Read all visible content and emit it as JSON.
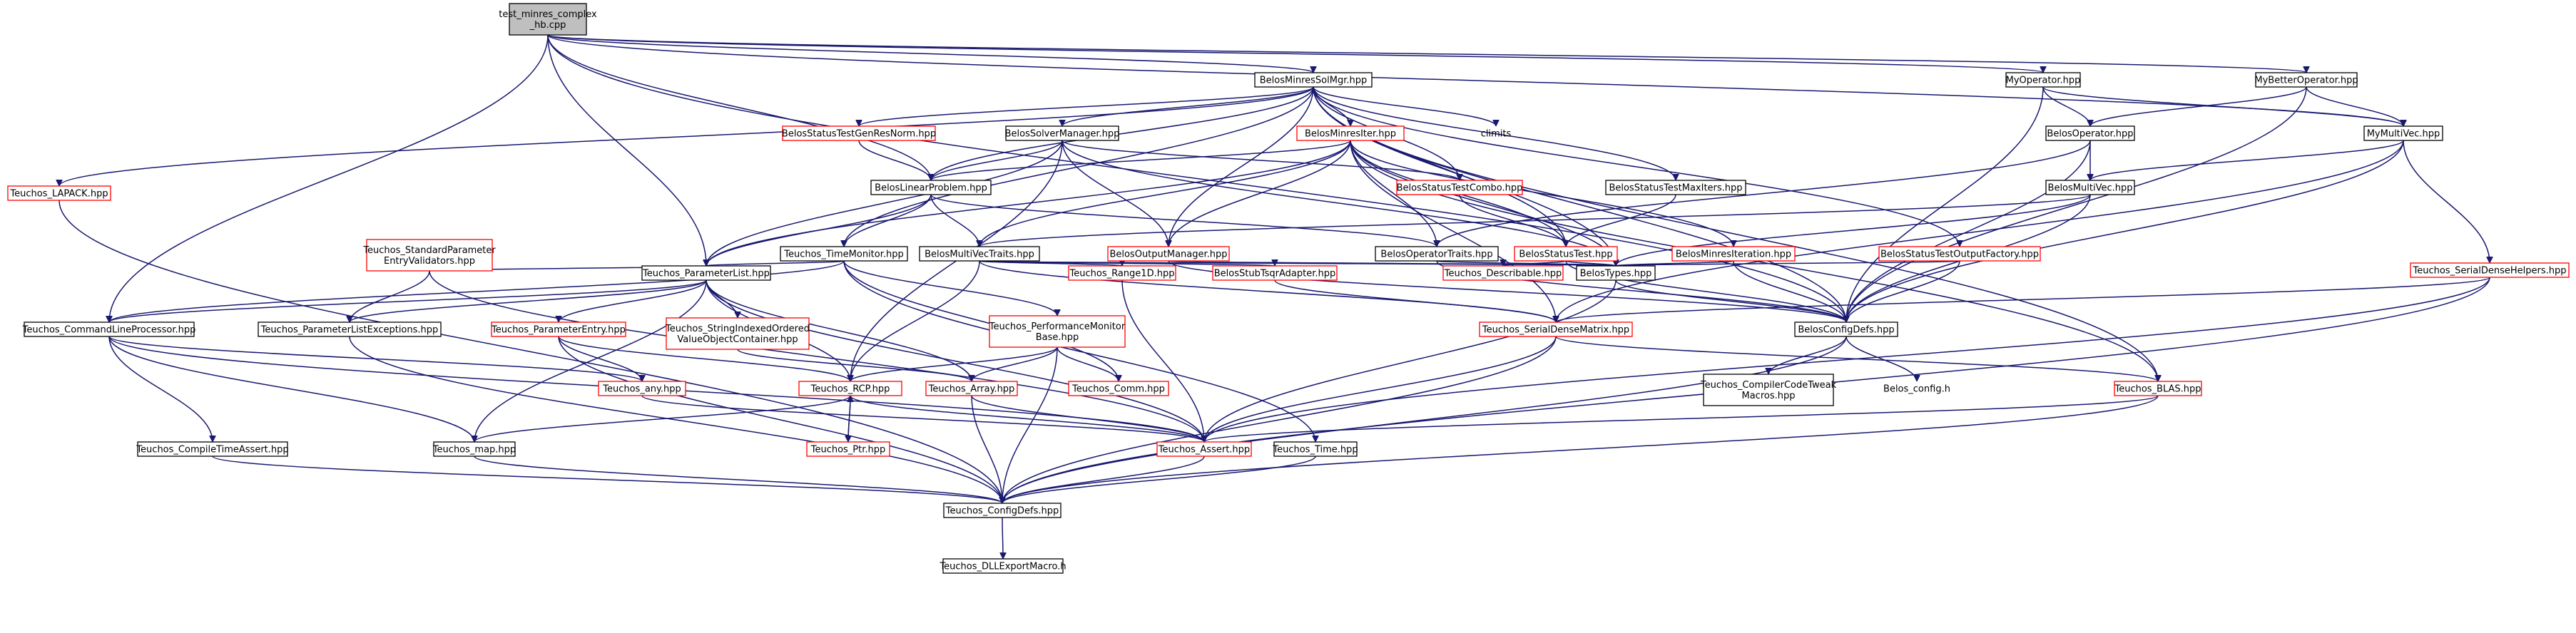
{
  "graph": {
    "root": "n_root",
    "nodes": [
      {
        "id": "n_root",
        "lines": [
          "test_minres_complex",
          "_hb.cpp"
        ],
        "style": "root"
      },
      {
        "id": "n_bmsm",
        "lines": [
          "BelosMinresSolMgr.hpp"
        ],
        "style": "black"
      },
      {
        "id": "n_myop",
        "lines": [
          "MyOperator.hpp"
        ],
        "style": "black"
      },
      {
        "id": "n_mybop",
        "lines": [
          "MyBetterOperator.hpp"
        ],
        "style": "black"
      },
      {
        "id": "n_lapack",
        "lines": [
          "Teuchos_LAPACK.hpp"
        ],
        "style": "red"
      },
      {
        "id": "n_stgrn",
        "lines": [
          "BelosStatusTestGenResNorm.hpp"
        ],
        "style": "red"
      },
      {
        "id": "n_bsm",
        "lines": [
          "BelosSolverManager.hpp"
        ],
        "style": "black"
      },
      {
        "id": "n_bmi",
        "lines": [
          "BelosMinresIter.hpp"
        ],
        "style": "red"
      },
      {
        "id": "n_climits",
        "lines": [
          "climits"
        ],
        "style": "none"
      },
      {
        "id": "n_bop",
        "lines": [
          "BelosOperator.hpp"
        ],
        "style": "black"
      },
      {
        "id": "n_mmv",
        "lines": [
          "MyMultiVec.hpp"
        ],
        "style": "black"
      },
      {
        "id": "n_blp",
        "lines": [
          "BelosLinearProblem.hpp"
        ],
        "style": "black"
      },
      {
        "id": "n_stc",
        "lines": [
          "BelosStatusTestCombo.hpp"
        ],
        "style": "red"
      },
      {
        "id": "n_stmi",
        "lines": [
          "BelosStatusTestMaxIters.hpp"
        ],
        "style": "black"
      },
      {
        "id": "n_bmv",
        "lines": [
          "BelosMultiVec.hpp"
        ],
        "style": "black"
      },
      {
        "id": "n_tspev",
        "lines": [
          "Teuchos_StandardParameter",
          "EntryValidators.hpp"
        ],
        "style": "red"
      },
      {
        "id": "n_tm",
        "lines": [
          "Teuchos_TimeMonitor.hpp"
        ],
        "style": "black"
      },
      {
        "id": "n_bmvt",
        "lines": [
          "BelosMultiVecTraits.hpp"
        ],
        "style": "black"
      },
      {
        "id": "n_bom",
        "lines": [
          "BelosOutputManager.hpp"
        ],
        "style": "red"
      },
      {
        "id": "n_bopt",
        "lines": [
          "BelosOperatorTraits.hpp"
        ],
        "style": "black"
      },
      {
        "id": "n_bst",
        "lines": [
          "BelosStatusTest.hpp"
        ],
        "style": "red"
      },
      {
        "id": "n_bmiter",
        "lines": [
          "BelosMinresIteration.hpp"
        ],
        "style": "red"
      },
      {
        "id": "n_stof",
        "lines": [
          "BelosStatusTestOutputFactory.hpp"
        ],
        "style": "red"
      },
      {
        "id": "n_tpl",
        "lines": [
          "Teuchos_ParameterList.hpp"
        ],
        "style": "black"
      },
      {
        "id": "n_rid",
        "lines": [
          "Teuchos_Range1D.hpp"
        ],
        "style": "red"
      },
      {
        "id": "n_bsta",
        "lines": [
          "BelosStubTsqrAdapter.hpp"
        ],
        "style": "red"
      },
      {
        "id": "n_tdesc",
        "lines": [
          "Teuchos_Describable.hpp"
        ],
        "style": "red"
      },
      {
        "id": "n_btypes",
        "lines": [
          "BelosTypes.hpp"
        ],
        "style": "black"
      },
      {
        "id": "n_tsdh",
        "lines": [
          "Teuchos_SerialDenseHelpers.hpp"
        ],
        "style": "red"
      },
      {
        "id": "n_tclp",
        "lines": [
          "Teuchos_CommandLineProcessor.hpp"
        ],
        "style": "black"
      },
      {
        "id": "n_tple",
        "lines": [
          "Teuchos_ParameterListExceptions.hpp"
        ],
        "style": "black"
      },
      {
        "id": "n_tpe",
        "lines": [
          "Teuchos_ParameterEntry.hpp"
        ],
        "style": "red"
      },
      {
        "id": "n_tsiovc",
        "lines": [
          "Teuchos_StringIndexedOrdered",
          "ValueObjectContainer.hpp"
        ],
        "style": "red"
      },
      {
        "id": "n_tpmb",
        "lines": [
          "Teuchos_PerformanceMonitor",
          "Base.hpp"
        ],
        "style": "red"
      },
      {
        "id": "n_tsdm",
        "lines": [
          "Teuchos_SerialDenseMatrix.hpp"
        ],
        "style": "red"
      },
      {
        "id": "n_bcd",
        "lines": [
          "BelosConfigDefs.hpp"
        ],
        "style": "black"
      },
      {
        "id": "n_tany",
        "lines": [
          "Teuchos_any.hpp"
        ],
        "style": "red"
      },
      {
        "id": "n_trcp",
        "lines": [
          "Teuchos_RCP.hpp"
        ],
        "style": "red"
      },
      {
        "id": "n_tarr",
        "lines": [
          "Teuchos_Array.hpp"
        ],
        "style": "red"
      },
      {
        "id": "n_tcomm",
        "lines": [
          "Teuchos_Comm.hpp"
        ],
        "style": "red"
      },
      {
        "id": "n_tcct",
        "lines": [
          "Teuchos_CompilerCodeTweak",
          "Macros.hpp"
        ],
        "style": "black"
      },
      {
        "id": "n_bconfh",
        "lines": [
          "Belos_config.h"
        ],
        "style": "none"
      },
      {
        "id": "n_tblas",
        "lines": [
          "Teuchos_BLAS.hpp"
        ],
        "style": "red"
      },
      {
        "id": "n_tcta",
        "lines": [
          "Teuchos_CompileTimeAssert.hpp"
        ],
        "style": "black"
      },
      {
        "id": "n_tmap",
        "lines": [
          "Teuchos_map.hpp"
        ],
        "style": "black"
      },
      {
        "id": "n_tptr",
        "lines": [
          "Teuchos_Ptr.hpp"
        ],
        "style": "red"
      },
      {
        "id": "n_tassert",
        "lines": [
          "Teuchos_Assert.hpp"
        ],
        "style": "red"
      },
      {
        "id": "n_ttime",
        "lines": [
          "Teuchos_Time.hpp"
        ],
        "style": "black"
      },
      {
        "id": "n_tcd",
        "lines": [
          "Teuchos_ConfigDefs.hpp"
        ],
        "style": "black"
      },
      {
        "id": "n_tdll",
        "lines": [
          "Teuchos_DLLExportMacro.h"
        ],
        "style": "black"
      }
    ],
    "edges": [
      [
        "n_root",
        "n_bmsm"
      ],
      [
        "n_root",
        "n_myop"
      ],
      [
        "n_root",
        "n_mybop"
      ],
      [
        "n_root",
        "n_mmv"
      ],
      [
        "n_root",
        "n_blp"
      ],
      [
        "n_root",
        "n_tpl"
      ],
      [
        "n_root",
        "n_tclp"
      ],
      [
        "n_root",
        "n_bcd"
      ],
      [
        "n_bmsm",
        "n_lapack"
      ],
      [
        "n_bmsm",
        "n_stgrn"
      ],
      [
        "n_bmsm",
        "n_bsm"
      ],
      [
        "n_bmsm",
        "n_bmi"
      ],
      [
        "n_bmsm",
        "n_climits"
      ],
      [
        "n_bmsm",
        "n_blp"
      ],
      [
        "n_bmsm",
        "n_stc"
      ],
      [
        "n_bmsm",
        "n_stmi"
      ],
      [
        "n_bmsm",
        "n_bom"
      ],
      [
        "n_bmsm",
        "n_bst"
      ],
      [
        "n_bmsm",
        "n_stof"
      ],
      [
        "n_bmsm",
        "n_btypes"
      ],
      [
        "n_bmsm",
        "n_bcd"
      ],
      [
        "n_bmsm",
        "n_tm"
      ],
      [
        "n_bmsm",
        "n_tblas"
      ],
      [
        "n_myop",
        "n_bop"
      ],
      [
        "n_myop",
        "n_mmv"
      ],
      [
        "n_myop",
        "n_bcd"
      ],
      [
        "n_mybop",
        "n_bop"
      ],
      [
        "n_mybop",
        "n_mmv"
      ],
      [
        "n_mybop",
        "n_bcd"
      ],
      [
        "n_lapack",
        "n_tcd"
      ],
      [
        "n_stgrn",
        "n_blp"
      ],
      [
        "n_bsm",
        "n_blp"
      ],
      [
        "n_bsm",
        "n_stc"
      ],
      [
        "n_bsm",
        "n_tpl"
      ],
      [
        "n_bsm",
        "n_btypes"
      ],
      [
        "n_bsm",
        "n_trcp"
      ],
      [
        "n_bsm",
        "n_bom"
      ],
      [
        "n_bmi",
        "n_blp"
      ],
      [
        "n_bmi",
        "n_bmvt"
      ],
      [
        "n_bmi",
        "n_bom"
      ],
      [
        "n_bmi",
        "n_bopt"
      ],
      [
        "n_bmi",
        "n_bst"
      ],
      [
        "n_bmi",
        "n_bmiter"
      ],
      [
        "n_bmi",
        "n_tsdm"
      ],
      [
        "n_bmi",
        "n_tblas"
      ],
      [
        "n_bmi",
        "n_btypes"
      ],
      [
        "n_bmi",
        "n_tpl"
      ],
      [
        "n_bop",
        "n_bmv"
      ],
      [
        "n_bop",
        "n_bopt"
      ],
      [
        "n_bop",
        "n_bcd"
      ],
      [
        "n_mmv",
        "n_bmv"
      ],
      [
        "n_mmv",
        "n_tsdh"
      ],
      [
        "n_mmv",
        "n_bcd"
      ],
      [
        "n_mmv",
        "n_tsdm"
      ],
      [
        "n_blp",
        "n_bmvt"
      ],
      [
        "n_blp",
        "n_bopt"
      ],
      [
        "n_blp",
        "n_tpl"
      ],
      [
        "n_blp",
        "n_tm"
      ],
      [
        "n_stc",
        "n_bst"
      ],
      [
        "n_stmi",
        "n_bst"
      ],
      [
        "n_bmv",
        "n_bmvt"
      ],
      [
        "n_bmv",
        "n_btypes"
      ],
      [
        "n_bmv",
        "n_bcd"
      ],
      [
        "n_tspev",
        "n_tpl"
      ],
      [
        "n_tspev",
        "n_tple"
      ],
      [
        "n_tspev",
        "n_tassert"
      ],
      [
        "n_tm",
        "n_tpl"
      ],
      [
        "n_tm",
        "n_tpmb"
      ],
      [
        "n_tm",
        "n_ttime"
      ],
      [
        "n_tm",
        "n_tclp"
      ],
      [
        "n_tm",
        "n_tcomm"
      ],
      [
        "n_bmvt",
        "n_rid"
      ],
      [
        "n_bmvt",
        "n_bsta"
      ],
      [
        "n_bmvt",
        "n_btypes"
      ],
      [
        "n_bmvt",
        "n_tsdm"
      ],
      [
        "n_bmvt",
        "n_trcp"
      ],
      [
        "n_bom",
        "n_btypes"
      ],
      [
        "n_bom",
        "n_bcd"
      ],
      [
        "n_bopt",
        "n_btypes"
      ],
      [
        "n_bopt",
        "n_bcd"
      ],
      [
        "n_bst",
        "n_tdesc"
      ],
      [
        "n_bst",
        "n_btypes"
      ],
      [
        "n_bst",
        "n_bcd"
      ],
      [
        "n_bmiter",
        "n_btypes"
      ],
      [
        "n_bmiter",
        "n_bcd"
      ],
      [
        "n_stof",
        "n_btypes"
      ],
      [
        "n_stof",
        "n_bcd"
      ],
      [
        "n_tpl",
        "n_tple"
      ],
      [
        "n_tpl",
        "n_tpe"
      ],
      [
        "n_tpl",
        "n_tsiovc"
      ],
      [
        "n_tpl",
        "n_tmap"
      ],
      [
        "n_tpl",
        "n_tarr"
      ],
      [
        "n_tpl",
        "n_trcp"
      ],
      [
        "n_tpl",
        "n_tassert"
      ],
      [
        "n_tpl",
        "n_tclp"
      ],
      [
        "n_rid",
        "n_tassert"
      ],
      [
        "n_bsta",
        "n_tsdm"
      ],
      [
        "n_btypes",
        "n_bcd"
      ],
      [
        "n_btypes",
        "n_tassert"
      ],
      [
        "n_tsdh",
        "n_tsdm"
      ],
      [
        "n_tsdh",
        "n_tassert"
      ],
      [
        "n_tsdh",
        "n_tcd"
      ],
      [
        "n_tclp",
        "n_tcta"
      ],
      [
        "n_tclp",
        "n_tmap"
      ],
      [
        "n_tclp",
        "n_tany"
      ],
      [
        "n_tclp",
        "n_tassert"
      ],
      [
        "n_tple",
        "n_tcd"
      ],
      [
        "n_tpe",
        "n_tany"
      ],
      [
        "n_tpe",
        "n_trcp"
      ],
      [
        "n_tpe",
        "n_tcd"
      ],
      [
        "n_tsiovc",
        "n_tarr"
      ],
      [
        "n_tpmb",
        "n_trcp"
      ],
      [
        "n_tpmb",
        "n_tarr"
      ],
      [
        "n_tpmb",
        "n_tcomm"
      ],
      [
        "n_tpmb",
        "n_tcd"
      ],
      [
        "n_tsdm",
        "n_tblas"
      ],
      [
        "n_tsdm",
        "n_tassert"
      ],
      [
        "n_tsdm",
        "n_tcd"
      ],
      [
        "n_bcd",
        "n_tcct"
      ],
      [
        "n_bcd",
        "n_bconfh"
      ],
      [
        "n_bcd",
        "n_tcd"
      ],
      [
        "n_tany",
        "n_tassert"
      ],
      [
        "n_trcp",
        "n_tptr"
      ],
      [
        "n_trcp",
        "n_tassert"
      ],
      [
        "n_trcp",
        "n_tmap"
      ],
      [
        "n_tptr",
        "n_trcp"
      ],
      [
        "n_tarr",
        "n_tassert"
      ],
      [
        "n_tarr",
        "n_tcd"
      ],
      [
        "n_tblas",
        "n_tassert"
      ],
      [
        "n_tblas",
        "n_tcd"
      ],
      [
        "n_tcta",
        "n_tcd"
      ],
      [
        "n_tmap",
        "n_tcd"
      ],
      [
        "n_tassert",
        "n_tcd"
      ],
      [
        "n_ttime",
        "n_tcd"
      ],
      [
        "n_tcd",
        "n_tdll"
      ]
    ]
  }
}
